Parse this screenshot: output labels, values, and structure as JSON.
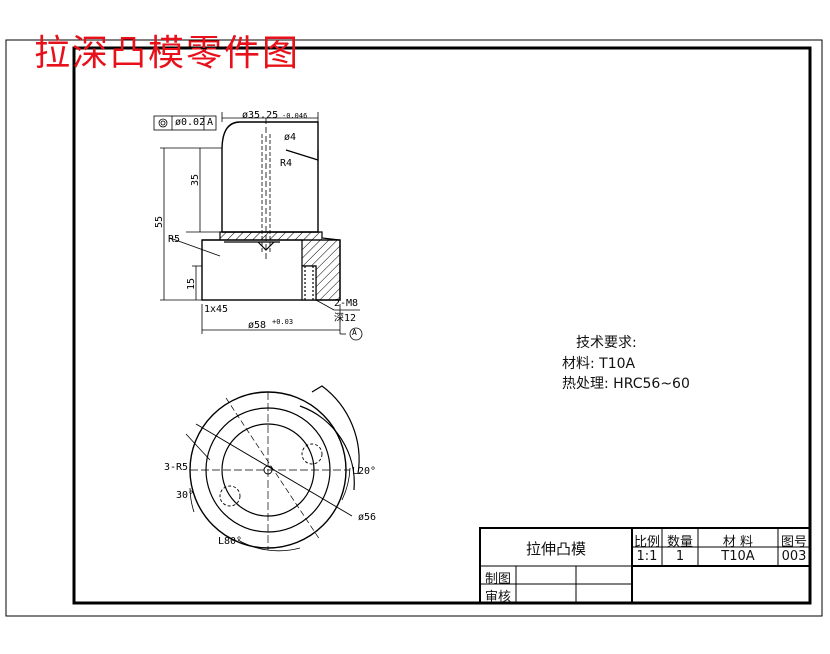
{
  "sheet_title": "拉深凸模零件图",
  "requirements": {
    "heading": "技术要求:",
    "material_line": "材料: T10A",
    "heat_line": "热处理: HRC56~60"
  },
  "title_block": {
    "part_name": "拉伸凸模",
    "headers": {
      "scale": "比例",
      "qty": "数量",
      "material": "材 料",
      "drawing_no": "图号"
    },
    "values": {
      "scale": "1:1",
      "qty": "1",
      "material": "T10A",
      "drawing_no": "003"
    },
    "drawn_by_label": "制图",
    "checked_by_label": "审核"
  },
  "dimensions": {
    "tolerance_frame": [
      "◎",
      "ø0.02",
      "A"
    ],
    "top_dia": "ø35.25",
    "top_dia_tol": "-0.046",
    "hole_dia": "ø4",
    "radius_r4": "R4",
    "height_35": "35",
    "height_55": "55",
    "radius_r5": "R5",
    "height_15": "15",
    "chamfer": "1x45",
    "base_dia": "ø58",
    "base_dia_tol": "+0.03",
    "datum": "A",
    "thread": "2-M8",
    "thread_depth": "深12",
    "holes": "3-R5",
    "angle_30": "30°",
    "angle_l20": "L20°",
    "angle_l80": "L80°",
    "outer_dia": "ø56"
  }
}
